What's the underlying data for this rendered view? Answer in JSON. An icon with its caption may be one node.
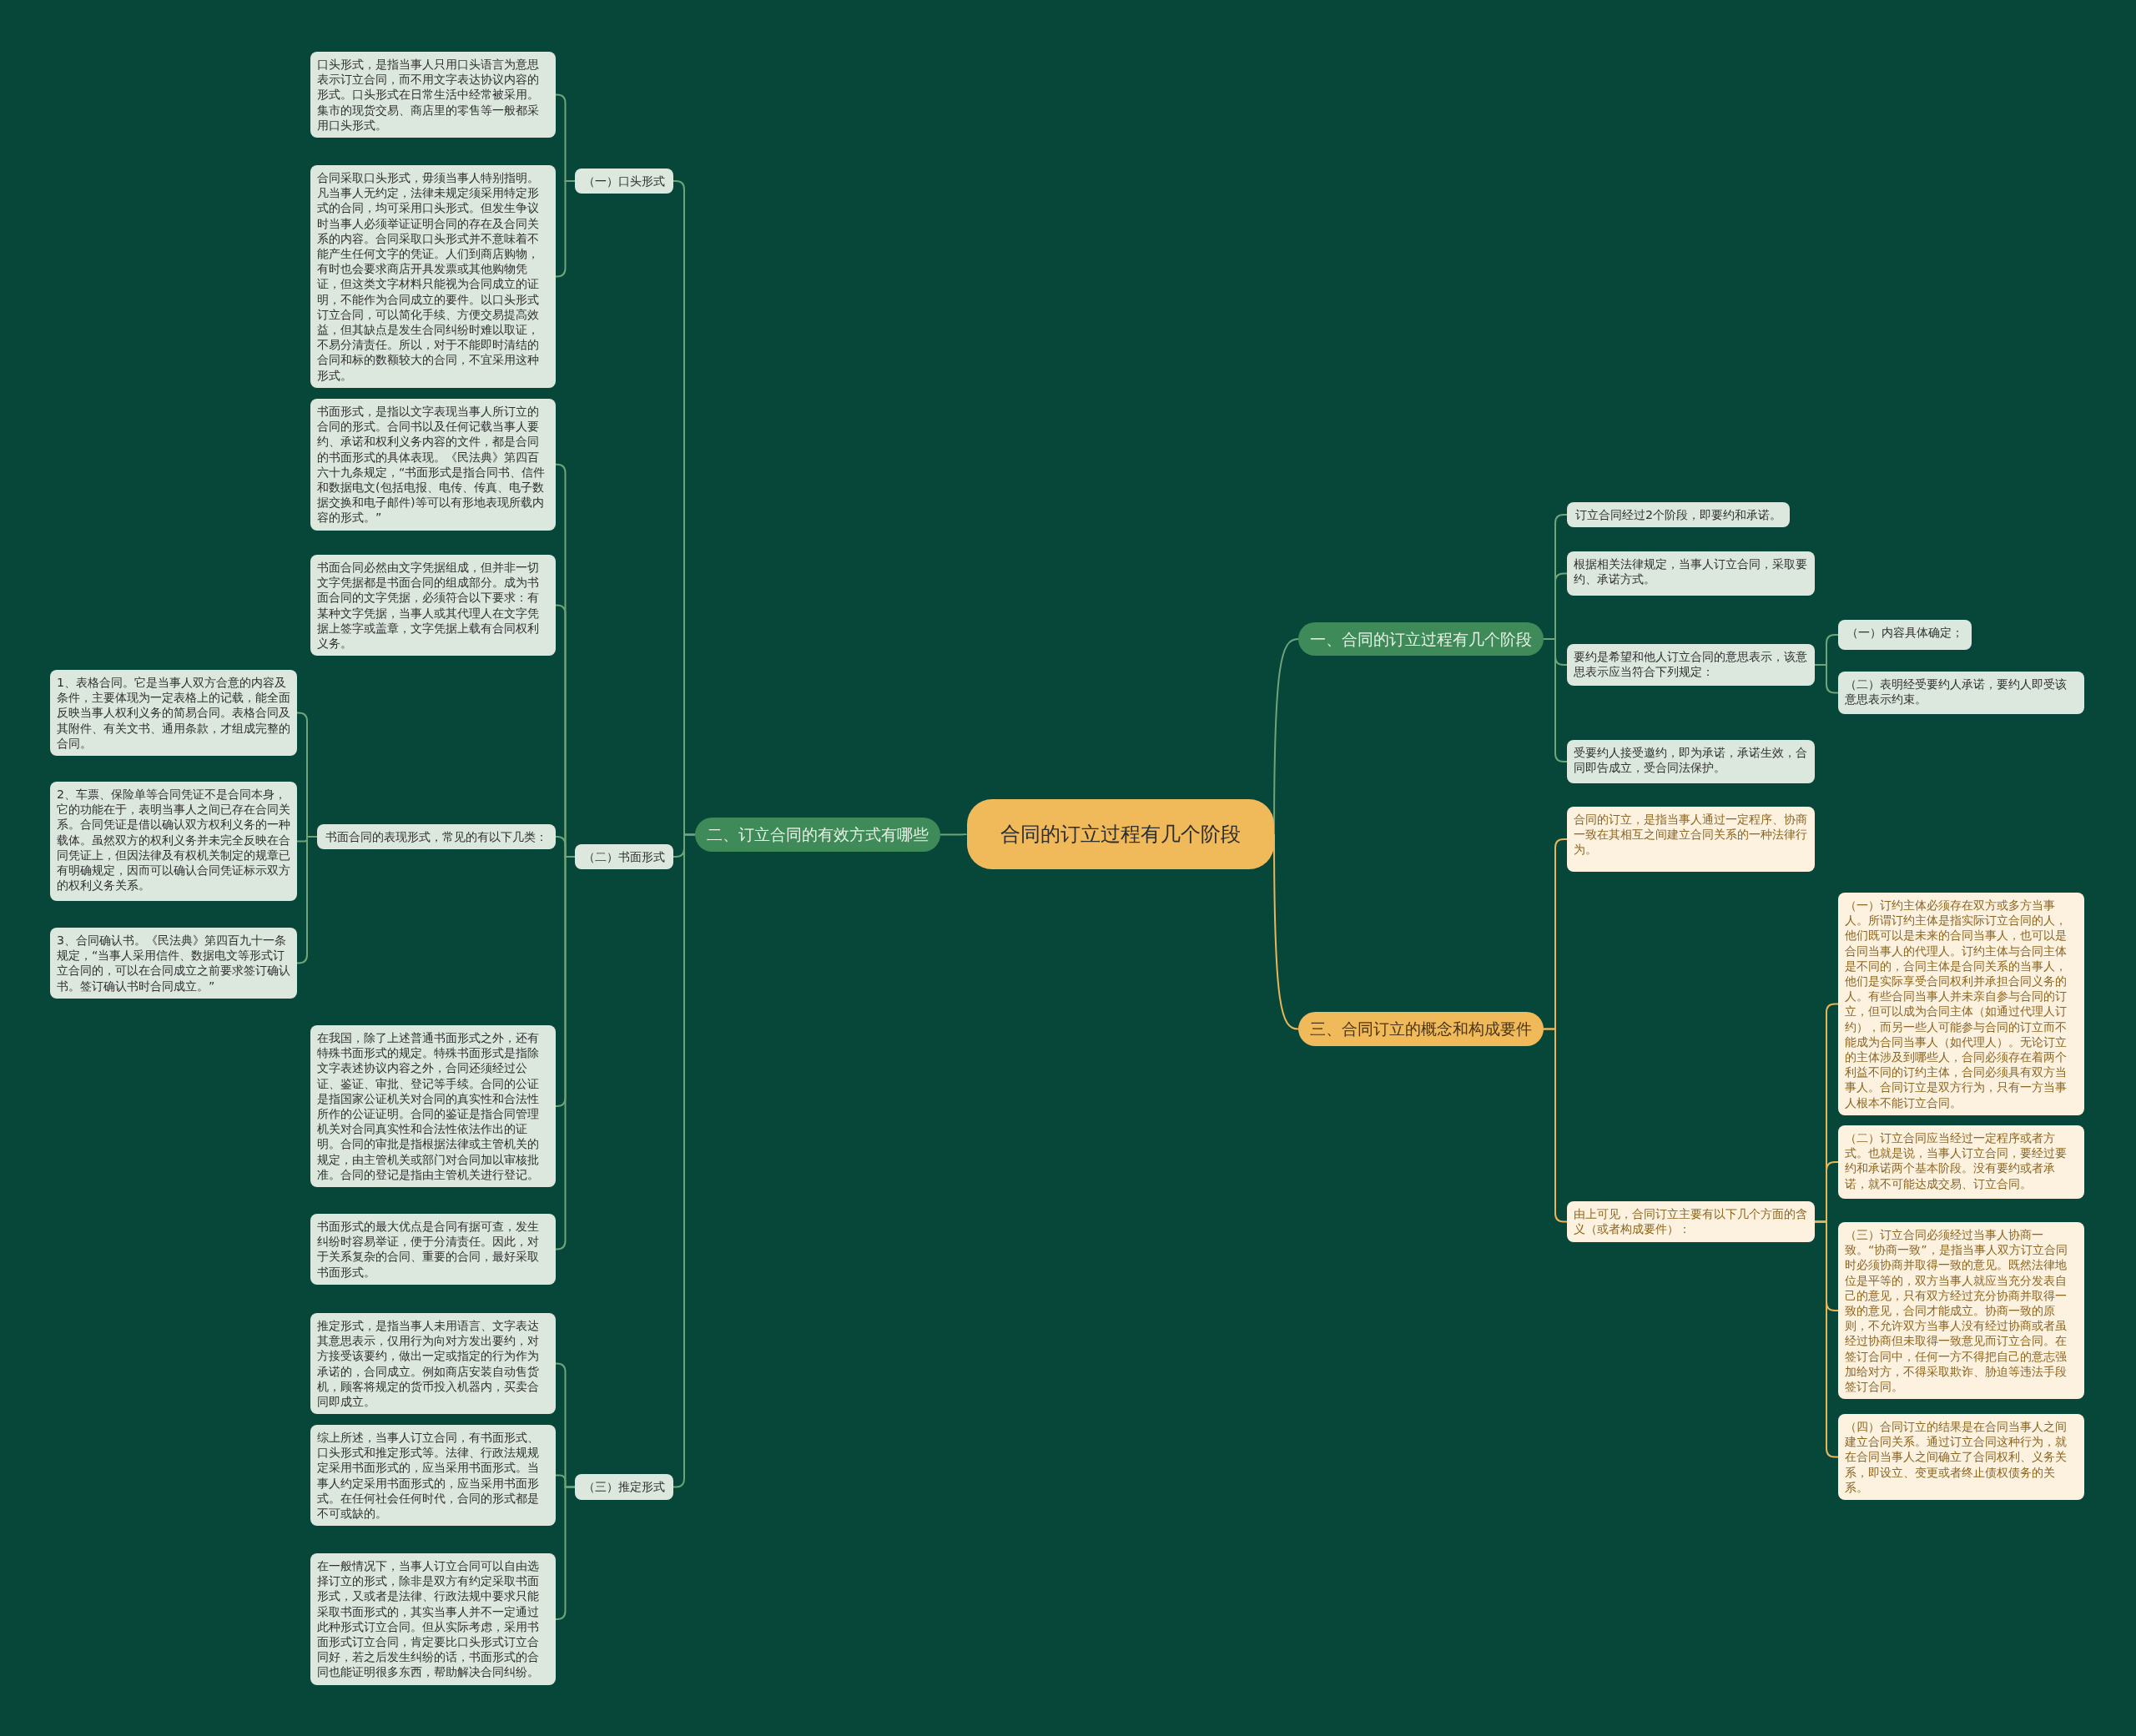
{
  "diagram": {
    "nodes": [
      {
        "text": [
          "合同的订立过程有几个阶段"
        ]
      },
      {
        "text": [
          "一、合同的订立过程有几个阶段"
        ]
      },
      {
        "text": [
          "订立合同经过2个阶段，即要约和承诺。"
        ]
      },
      {
        "text": [
          "根据相关法律规定，当事人订立合同，采取要约、承诺方式。"
        ]
      },
      {
        "text": [
          "要约是希望和他人订立合同的意思表示，该意思表示应当符合下列规定："
        ]
      },
      {
        "text": [
          "（一）内容具体确定；"
        ]
      },
      {
        "text": [
          "（二）表明经受要约人承诺，要约人即受该意思表示约束。"
        ]
      },
      {
        "text": [
          "受要约人接受邀约，即为承诺，承诺生效，合同即告成立，受合同法保护。"
        ]
      },
      {
        "text": [
          "二、订立合同的有效方式有哪些"
        ]
      },
      {
        "text": [
          "（一）口头形式"
        ]
      },
      {
        "text": [
          "口头形式，是指当事人只用口头语言为意思表示订立合同，而不用文字表达协议内容的形式。口头形式在日常生活中经常被采用。集市的现货交易、商店里的零售等一般都采用口头形式。"
        ]
      },
      {
        "text": [
          "合同采取口头形式，毋须当事人特别指明。凡当事人无约定，法律未规定须采用特定形式的合同，均可采用口头形式。但发生争议时当事人必须举证证明合同的存在及合同关系的内容。合同采取口头形式并不意味着不能产生任何文字的凭证。人们到商店购物，有时也会要求商店开具发票或其他购物凭证，但这类文字材料只能视为合同成立的证明，不能作为合同成立的要件。以口头形式订立合同，可以简化手续、方便交易提高效益，但其缺点是发生合同纠纷时难以取证，不易分清责任。所以，对于不能即时清结的合同和标的数额较大的合同，不宜采用这种形式。"
        ]
      },
      {
        "text": [
          "（二）书面形式"
        ]
      },
      {
        "text": [
          "书面形式，是指以文字表现当事人所订立的合同的形式。合同书以及任何记载当事人要约、承诺和权利义务内容的文件，都是合同的书面形式的具体表现。《民法典》第四百六十九条规定，“书面形式是指合同书、信件和数据电文(包括电报、电传、传真、电子数据交换和电子邮件)等可以有形地表现所载内容的形式。”"
        ]
      },
      {
        "text": [
          "书面合同必然由文字凭据组成，但并非一切文字凭据都是书面合同的组成部分。成为书面合同的文字凭据，必须符合以下要求：有某种文字凭据，当事人或其代理人在文字凭据上签字或盖章，文字凭据上载有合同权利义务。"
        ]
      },
      {
        "text": [
          "书面合同的表现形式，常见的有以下几类："
        ]
      },
      {
        "text": [
          "1、表格合同。它是当事人双方合意的内容及条件，主要体现为一定表格上的记载，能全面反映当事人权利义务的简易合同。表格合同及其附件、有关文书、通用条款，才组成完整的合同。"
        ]
      },
      {
        "text": [
          "2、车票、保险单等合同凭证不是合同本身，它的功能在于，表明当事人之间已存在合同关系。合同凭证是借以确认双方权利义务的一种载体。虽然双方的权利义务并未完全反映在合同凭证上，但因法律及有权机关制定的规章已有明确规定，因而可以确认合同凭证标示双方的权利义务关系。"
        ]
      },
      {
        "text": [
          "3、合同确认书。《民法典》第四百九十一条规定，“当事人采用信件、数据电文等形式订立合同的，可以在合同成立之前要求签订确认书。签订确认书时合同成立。”"
        ]
      },
      {
        "text": [
          "在我国，除了上述普通书面形式之外，还有特殊书面形式的规定。特殊书面形式是指除文字表述协议内容之外，合同还须经过公证、鉴证、审批、登记等手续。合同的公证是指国家公证机关对合同的真实性和合法性所作的公证证明。合同的鉴证是指合同管理机关对合同真实性和合法性依法作出的证明。合同的审批是指根据法律或主管机关的规定，由主管机关或部门对合同加以审核批准。合同的登记是指由主管机关进行登记。"
        ]
      },
      {
        "text": [
          "书面形式的最大优点是合同有据可查，发生纠纷时容易举证，便于分清责任。因此，对于关系复杂的合同、重要的合同，最好采取书面形式。"
        ]
      },
      {
        "text": [
          "（三）推定形式"
        ]
      },
      {
        "text": [
          "推定形式，是指当事人未用语言、文字表达其意思表示，仅用行为向对方发出要约，对方接受该要约，做出一定或指定的行为作为承诺的，合同成立。例如商店安装自动售货机，顾客将规定的货币投入机器内，买卖合同即成立。"
        ]
      },
      {
        "text": [
          "综上所述，当事人订立合同，有书面形式、口头形式和推定形式等。法律、行政法规规定采用书面形式的，应当采用书面形式。当事人约定采用书面形式的，应当采用书面形式。在任何社会任何时代，合同的形式都是不可或缺的。"
        ]
      },
      {
        "text": [
          "在一般情况下，当事人订立合同可以自由选择订立的形式，除非是双方有约定采取书面形式，又或者是法律、行政法规中要求只能采取书面形式的，其实当事人并不一定通过此种形式订立合同。但从实际考虑，采用书面形式订立合同，肯定要比口头形式订立合同好，若之后发生纠纷的话，书面形式的合同也能证明很多东西，帮助解决合同纠纷。"
        ]
      },
      {
        "text": [
          "三、合同订立的概念和构成要件"
        ]
      },
      {
        "text": [
          "合同的订立，是指当事人通过一定程序、协商一致在其相互之间建立合同关系的一种法律行为。"
        ]
      },
      {
        "text": [
          "由上可见，合同订立主要有以下几个方面的含义（或者构成要件）："
        ]
      },
      {
        "text": [
          "（一）订约主体必须存在双方或多方当事人。所谓订约主体是指实际订立合同的人，他们既可以是未来的合同当事人，也可以是合同当事人的代理人。订约主体与合同主体是不同的，合同主体是合同关系的当事人，他们是实际享受合同权利并承担合同义务的人。有些合同当事人并未亲自参与合同的订立，但可以成为合同主体（如通过代理人订约），而另一些人可能参与合同的订立而不能成为合同当事人（如代理人）。无论订立的主体涉及到哪些人，合同必须存在着两个利益不同的订约主体，合同必须具有双方当事人。合同订立是双方行为，只有一方当事人根本不能订立合同。"
        ]
      },
      {
        "text": [
          "（二）订立合同应当经过一定程序或者方式。也就是说，当事人订立合同，要经过要约和承诺两个基本阶段。没有要约或者承诺，就不可能达成交易、订立合同。"
        ]
      },
      {
        "text": [
          "（三）订立合同必须经过当事人协商一致。“协商一致”，是指当事人双方订立合同时必须协商并取得一致的意见。既然法律地位是平等的，双方当事人就应当充分发表自己的意见，只有双方经过充分协商并取得一致的意见，合同才能成立。协商一致的原则，不允许双方当事人没有经过协商或者虽经过协商但未取得一致意见而订立合同。在签订合同中，任何一方不得把自己的意志强加给对方，不得采取欺诈、胁迫等违法手段签订合同。"
        ]
      },
      {
        "text": [
          "（四）合同订立的结果是在合同当事人之间建立合同关系。通过订立合同这种行为，就在合同当事人之间确立了合同权利、义务关系，即设立、变更或者终止债权债务的关系。"
        ]
      }
    ],
    "edges": [
      {
        "from": 0,
        "to": 1,
        "arrow": "none"
      },
      {
        "from": 1,
        "to": 2,
        "arrow": "none"
      },
      {
        "from": 1,
        "to": 3,
        "arrow": "none"
      },
      {
        "from": 1,
        "to": 4,
        "arrow": "none"
      },
      {
        "from": 4,
        "to": 5,
        "arrow": "none"
      },
      {
        "from": 4,
        "to": 6,
        "arrow": "none"
      },
      {
        "from": 1,
        "to": 7,
        "arrow": "none"
      },
      {
        "from": 0,
        "to": 8,
        "arrow": "none"
      },
      {
        "from": 8,
        "to": 9,
        "arrow": "none"
      },
      {
        "from": 9,
        "to": 10,
        "arrow": "none"
      },
      {
        "from": 9,
        "to": 11,
        "arrow": "none"
      },
      {
        "from": 8,
        "to": 12,
        "arrow": "none"
      },
      {
        "from": 12,
        "to": 13,
        "arrow": "none"
      },
      {
        "from": 12,
        "to": 14,
        "arrow": "none"
      },
      {
        "from": 12,
        "to": 15,
        "arrow": "none"
      },
      {
        "from": 15,
        "to": 16,
        "arrow": "none"
      },
      {
        "from": 15,
        "to": 17,
        "arrow": "none"
      },
      {
        "from": 15,
        "to": 18,
        "arrow": "none"
      },
      {
        "from": 12,
        "to": 19,
        "arrow": "none"
      },
      {
        "from": 12,
        "to": 20,
        "arrow": "none"
      },
      {
        "from": 8,
        "to": 21,
        "arrow": "none"
      },
      {
        "from": 21,
        "to": 22,
        "arrow": "none"
      },
      {
        "from": 21,
        "to": 23,
        "arrow": "none"
      },
      {
        "from": 21,
        "to": 24,
        "arrow": "none"
      },
      {
        "from": 0,
        "to": 25,
        "arrow": "none",
        "color": "#e9b55a"
      },
      {
        "from": 25,
        "to": 26,
        "arrow": "none",
        "color": "#e9b55a"
      },
      {
        "from": 25,
        "to": 27,
        "arrow": "none",
        "color": "#e9b55a"
      },
      {
        "from": 27,
        "to": 28,
        "arrow": "none",
        "color": "#e9b55a"
      },
      {
        "from": 27,
        "to": 29,
        "arrow": "none",
        "color": "#e9b55a"
      },
      {
        "from": 27,
        "to": 30,
        "arrow": "none",
        "color": "#e9b55a"
      },
      {
        "from": 27,
        "to": 31,
        "arrow": "none",
        "color": "#e9b55a"
      }
    ]
  }
}
